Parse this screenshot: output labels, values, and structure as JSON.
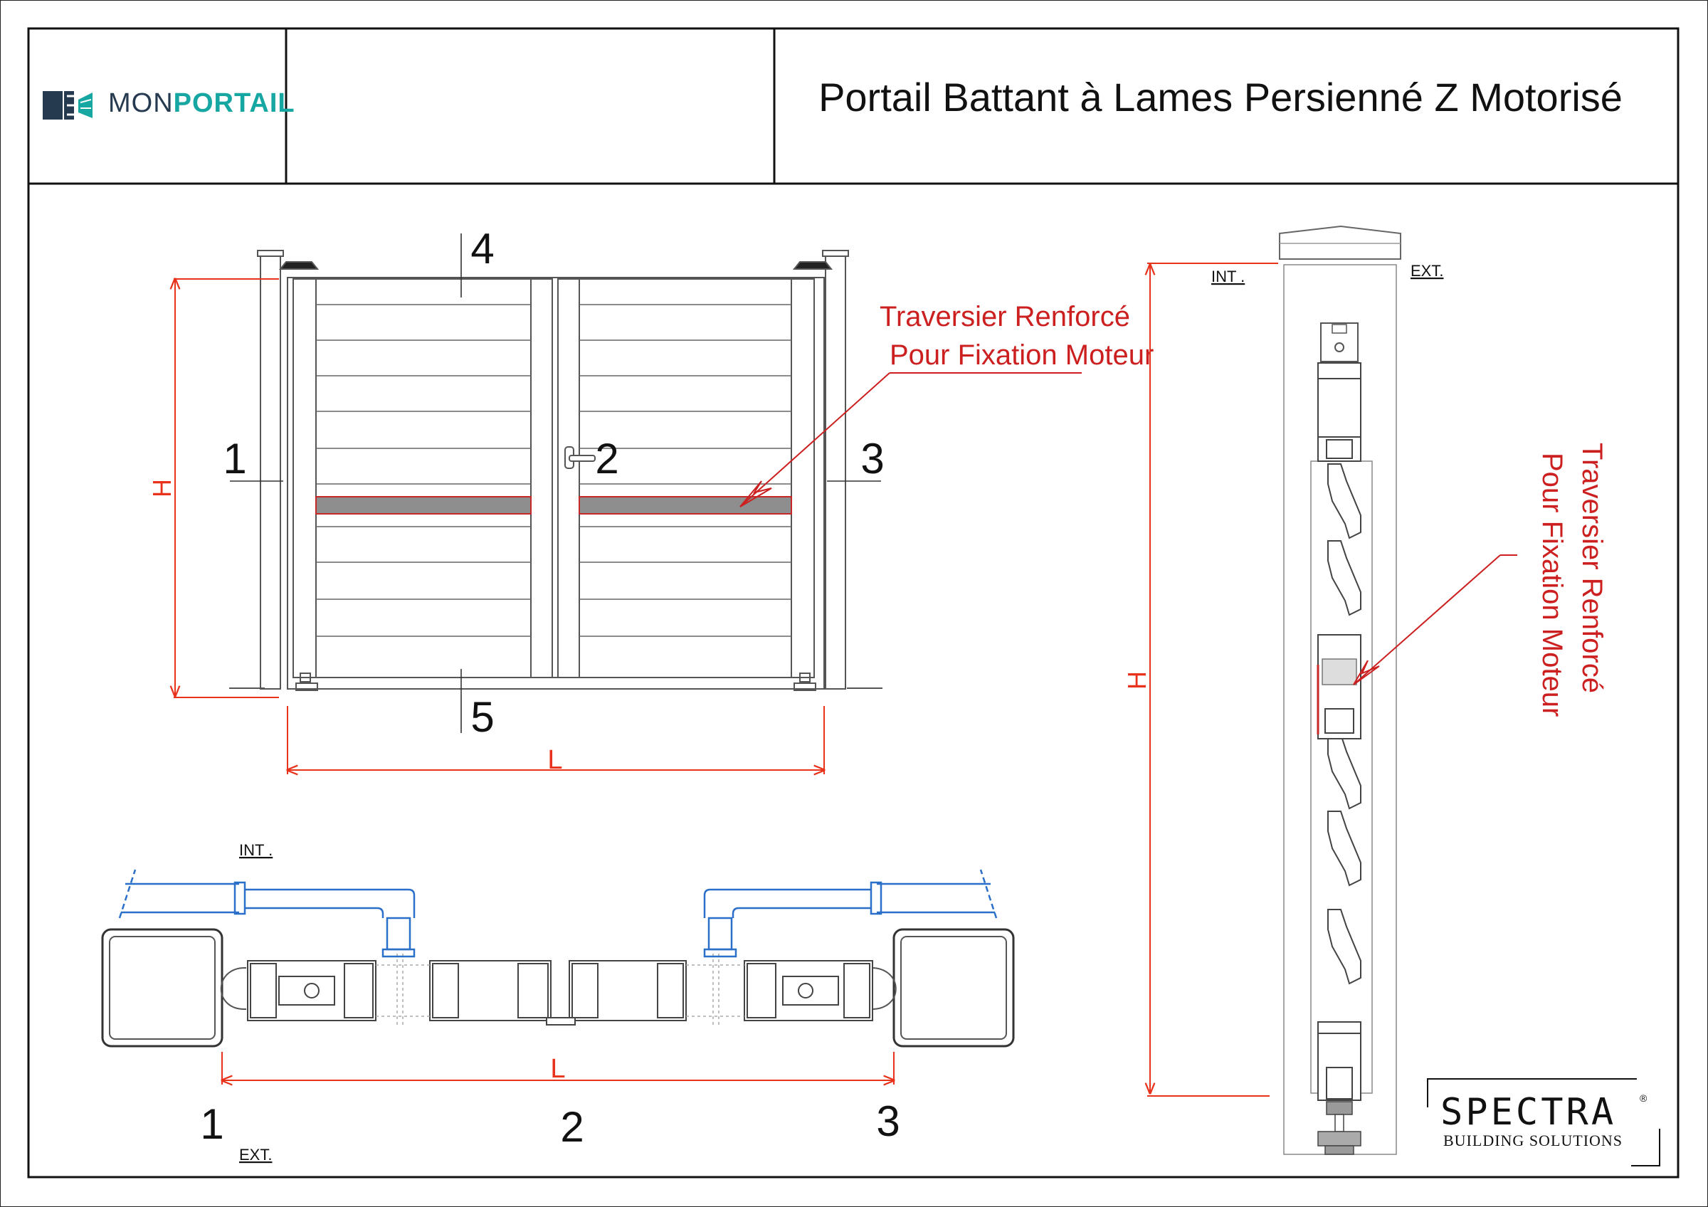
{
  "header": {
    "title": "Portail Battant à Lames Persienné Z Motorisé",
    "logo": {
      "part1": "MON",
      "part2": "PORTAIL"
    }
  },
  "front_view": {
    "labels": [
      "1",
      "2",
      "3",
      "4",
      "5"
    ],
    "height_label": "H",
    "width_label": "L",
    "callout": {
      "line1": "Traversier  Renforcé",
      "line2": "Pour Fixation Moteur"
    }
  },
  "section_view": {
    "int_label": "INT .",
    "ext_label": "EXT.",
    "height_label": "H",
    "callout": {
      "line1": "Traversier  Renforcé",
      "line2": "Pour Fixation Moteur"
    }
  },
  "plan_view": {
    "int_label": "INT .",
    "ext_label": "EXT.",
    "width_label": "L",
    "labels": [
      "1",
      "2",
      "3"
    ]
  },
  "brand": {
    "name": "SPECTRA",
    "mark": "®",
    "subtitle": "BUILDING SOLUTIONS"
  },
  "colors": {
    "frame": "#111111",
    "line": "#555555",
    "dimension": "#e8321b",
    "annotation": "#cc1f1f",
    "motor_arm": "#2a6fc8",
    "reinforced_rail": "#8e8e8e",
    "logo_dark": "#263a4f",
    "logo_teal": "#17a7a3"
  }
}
